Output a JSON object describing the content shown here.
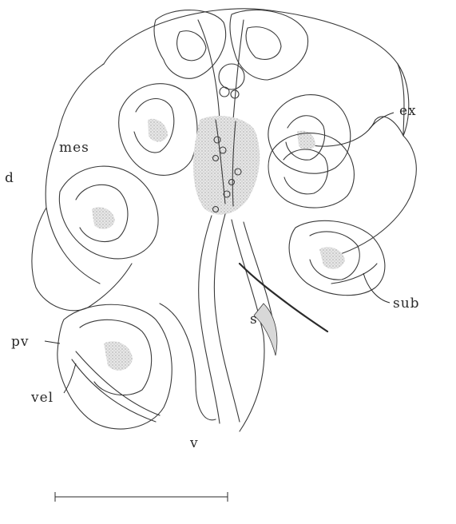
{
  "labels": {
    "ex": "ex",
    "mes": "mes",
    "d": "d",
    "sub": "sub",
    "s": "s",
    "pv": "pv",
    "vel": "vel",
    "v": "v"
  },
  "colors": {
    "ink": "#3a3a3a",
    "background": "#ffffff"
  }
}
